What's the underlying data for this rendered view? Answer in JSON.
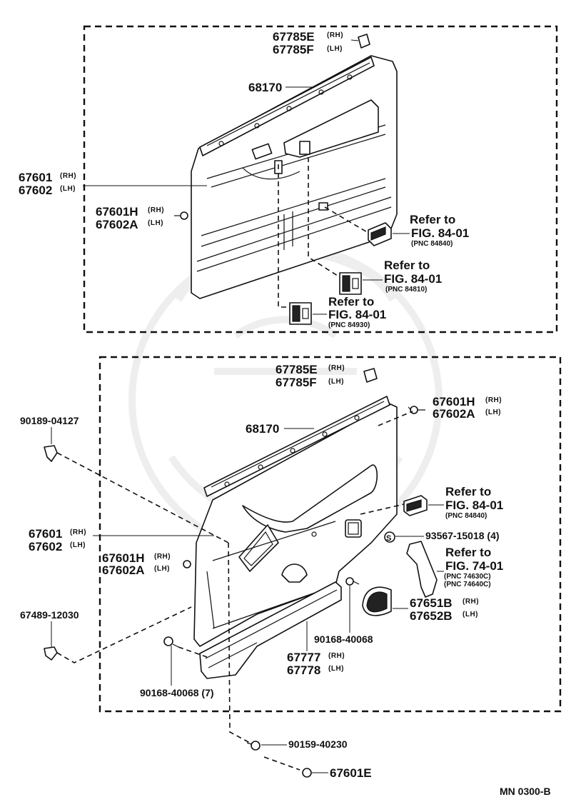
{
  "top": {
    "p67785": {
      "a": "67785E",
      "a_s": "(RH)",
      "b": "67785F",
      "b_s": "(LH)"
    },
    "p68170": "68170",
    "p67601": {
      "a": "67601",
      "a_s": "(RH)",
      "b": "67602",
      "b_s": "(LH)"
    },
    "p67601H": {
      "a": "67601H",
      "a_s": "(RH)",
      "b": "67602A",
      "b_s": "(LH)"
    },
    "ref1": {
      "t1": "Refer to",
      "t2": "FIG. 84-01",
      "t3": "(PNC 84840)"
    },
    "ref2": {
      "t1": "Refer to",
      "t2": "FIG. 84-01",
      "t3": "(PNC 84810)"
    },
    "ref3": {
      "t1": "Refer to",
      "t2": "FIG. 84-01",
      "t3": "(PNC 84930)"
    }
  },
  "bottom": {
    "p67785": {
      "a": "67785E",
      "a_s": "(RH)",
      "b": "67785F",
      "b_s": "(LH)"
    },
    "p67601H_r": {
      "a": "67601H",
      "a_s": "(RH)",
      "b": "67602A",
      "b_s": "(LH)"
    },
    "p68170": "68170",
    "p90189": "90189-04127",
    "ref1": {
      "t1": "Refer to",
      "t2": "FIG. 84-01",
      "t3": "(PNC 84840)"
    },
    "p93567": "93567-15018 (4)",
    "ref2": {
      "t1": "Refer to",
      "t2": "FIG. 74-01",
      "t3": "(PNC 74630C)",
      "t4": "(PNC 74640C)"
    },
    "p67601": {
      "a": "67601",
      "a_s": "(RH)",
      "b": "67602",
      "b_s": "(LH)"
    },
    "p67601H_l": {
      "a": "67601H",
      "a_s": "(RH)",
      "b": "67602A",
      "b_s": "(LH)"
    },
    "p67651": {
      "a": "67651B",
      "a_s": "(RH)",
      "b": "67652B",
      "b_s": "(LH)"
    },
    "p67489": "67489-12030",
    "p90168a": "90168-40068",
    "p67777": {
      "a": "67777",
      "a_s": "(RH)",
      "b": "67778",
      "b_s": "(LH)"
    },
    "p90168b": "90168-40068 (7)",
    "p90159": "90159-40230",
    "p67601E": "67601E"
  },
  "footer": "MN  0300-B"
}
